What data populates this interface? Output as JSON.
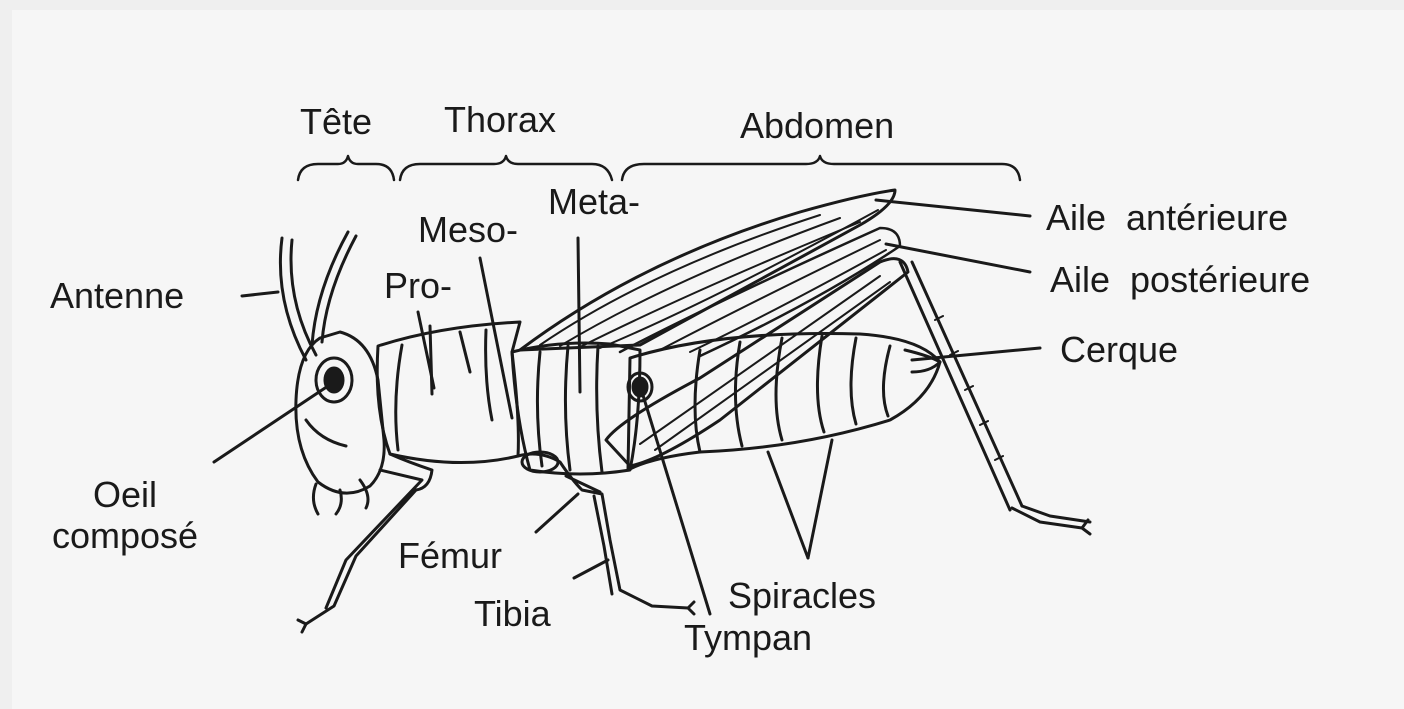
{
  "colors": {
    "background": "#efefef",
    "panel": "#f6f6f6",
    "ink": "#1a1a1a"
  },
  "diagram": {
    "subject": "grasshopper-anatomy",
    "sections": {
      "head": "Tête",
      "thorax": "Thorax",
      "abdomen": "Abdomen"
    },
    "thorax_parts": {
      "pro": "Pro-",
      "meso": "Meso-",
      "meta": "Meta-"
    },
    "labels": {
      "antenna": "Antenne",
      "compound_eye": "Oeil\ncomposé",
      "femur": "Fémur",
      "tibia": "Tibia",
      "tympanum": "Tympan",
      "spiracles": "Spiracles",
      "cercus": "Cerque",
      "forewing": "Aile  antérieure",
      "hindwing": "Aile  postérieure"
    }
  }
}
